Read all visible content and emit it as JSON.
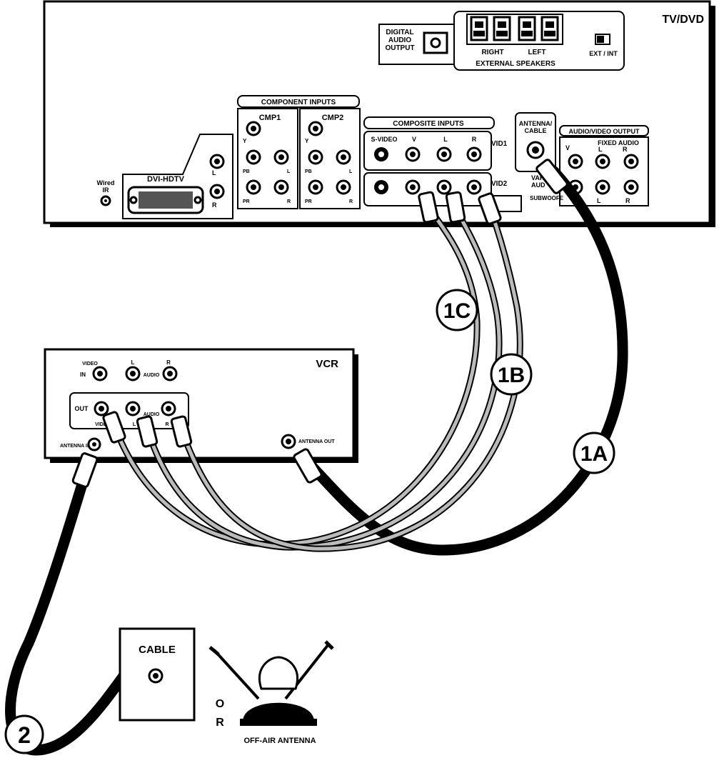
{
  "tv": {
    "title": "TV/DVD",
    "digital_audio_output": [
      "DIGITAL",
      "AUDIO",
      "OUTPUT"
    ],
    "external_speakers": "EXTERNAL SPEAKERS",
    "speaker_right": "RIGHT",
    "speaker_left": "LEFT",
    "ext_int": "EXT / INT",
    "component_inputs": "COMPONENT INPUTS",
    "cmp1": "CMP1",
    "cmp2": "CMP2",
    "composite_inputs": "COMPOSITE INPUTS",
    "s_video": "S-VIDEO",
    "col_v": "V",
    "col_l": "L",
    "col_r": "R",
    "vid1": "VID1",
    "vid2": "VID2",
    "antenna_cable": [
      "ANTENNA/",
      "CABLE"
    ],
    "av_output": "AUDIO/VIDEO OUTPUT",
    "fixed_audio": "FIXED AUDIO",
    "var_audio": [
      "VAR",
      "AUD"
    ],
    "subwoofer": "SUBWOOFE",
    "dvi_hdtv": "DVI-HDTV",
    "wired_ir": [
      "Wired",
      "IR"
    ],
    "jack_y": "Y",
    "jack_pb": "PB",
    "jack_pr": "PR",
    "jack_l": "L",
    "jack_r": "R"
  },
  "vcr": {
    "title": "VCR",
    "in": "IN",
    "video": "VIDEO",
    "l": "L",
    "r": "R",
    "audio": "AUDIO",
    "out": "OUT",
    "video_out": "VIDEO",
    "antenna_in": "ANTENNA IN",
    "antenna_out": "ANTENNA OUT"
  },
  "cable_box": {
    "label": "CABLE"
  },
  "or_label": [
    "O",
    "R"
  ],
  "off_air_antenna": "OFF-AIR ANTENNA",
  "callouts": [
    "1C",
    "1B",
    "1A",
    "2"
  ]
}
